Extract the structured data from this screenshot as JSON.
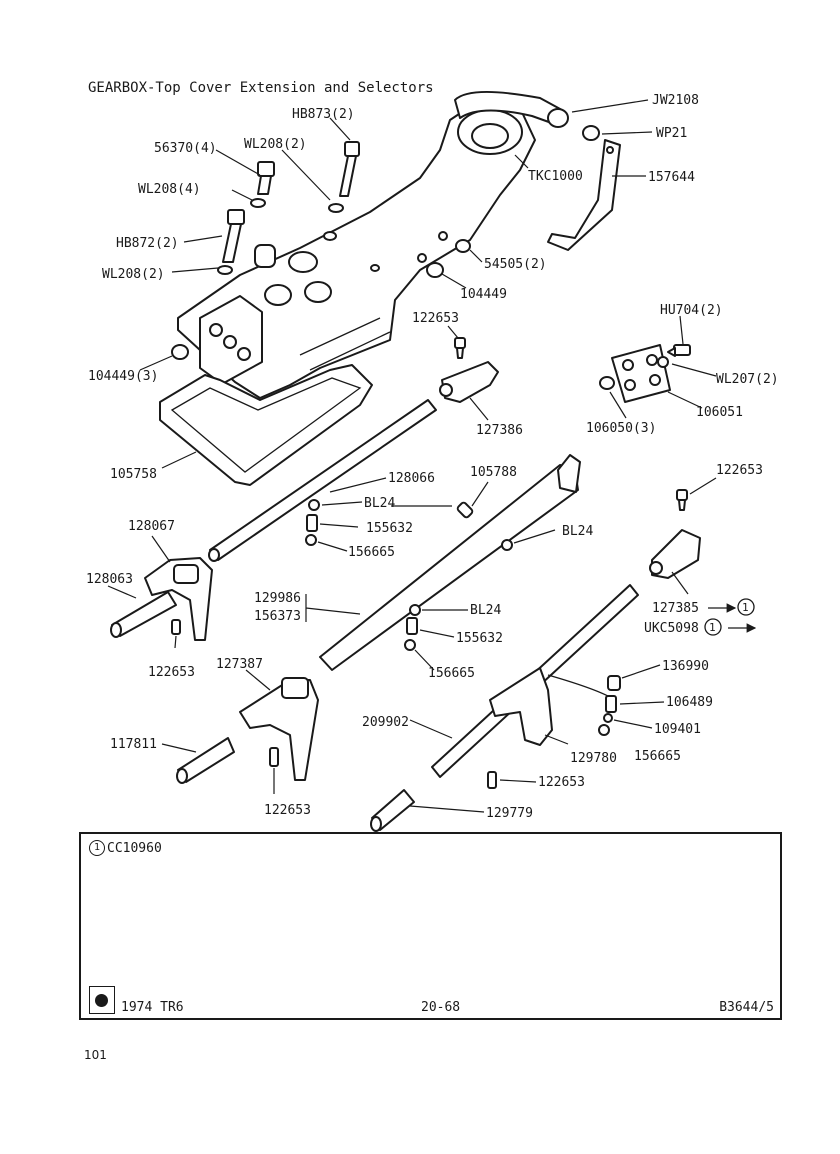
{
  "title": "GEARBOX-Top Cover Extension and Selectors",
  "labels": {
    "jw2108": "JW2108",
    "wp21": "WP21",
    "tkc1000": "TKC1000",
    "p157644": "157644",
    "hb873": "HB873(2)",
    "wl208_2a": "WL208(2)",
    "p56370": "56370(4)",
    "wl208_4": "WL208(4)",
    "hb872": "HB872(2)",
    "wl208_2b": "WL208(2)",
    "p54505": "54505(2)",
    "p104449": "104449",
    "p104449_3": "104449(3)",
    "p122653_a": "122653",
    "hu704": "HU704(2)",
    "wl207": "WL207(2)",
    "p106051": "106051",
    "p106050": "106050(3)",
    "p127386": "127386",
    "p105758": "105758",
    "p128066": "128066",
    "p105788": "105788",
    "bl24_a": "BL24",
    "p155632_a": "155632",
    "p156665_a": "156665",
    "bl24_b": "BL24",
    "p122653_b": "122653",
    "p128067": "128067",
    "p128063": "128063",
    "p122653_c": "122653",
    "p129986": "129986",
    "p156373": "156373",
    "bl24_c": "BL24",
    "p155632_b": "155632",
    "p156665_b": "156665",
    "p127385": "127385",
    "ukc5098": "UKC5098",
    "p127387": "127387",
    "p136990": "136990",
    "p106489": "106489",
    "p109401": "109401",
    "p156665_c": "156665",
    "p209902": "209902",
    "p129780": "129780",
    "p117811": "117811",
    "p122653_d": "122653",
    "p122653_e": "122653",
    "p129779": "129779"
  },
  "callout_marker": "1",
  "info": {
    "note": "CC10960",
    "model": "1974 TR6",
    "page_ref": "20-68",
    "drawing_ref": "B3644/5"
  },
  "page_number": "101"
}
